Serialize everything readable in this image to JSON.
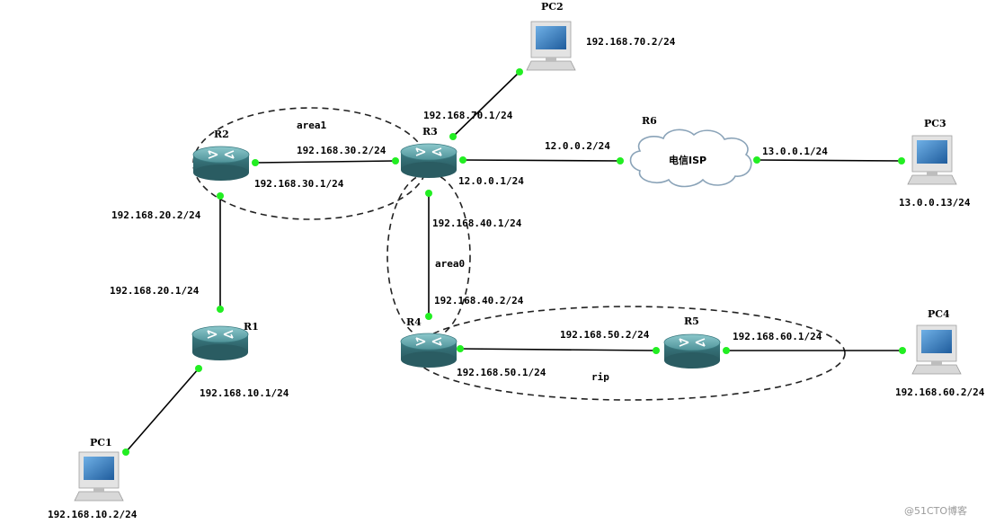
{
  "colors": {
    "link": "#000000",
    "port": "#22ee22",
    "router_body": "#3f8086",
    "router_top": "#6fb4b8",
    "cloud_stroke": "#8aa3b8",
    "monitor": "#2f6fb0"
  },
  "devices": {
    "pc1": {
      "name": "PC1",
      "ip": "192.168.10.2/24",
      "icon": "pc-icon"
    },
    "pc2": {
      "name": "PC2",
      "ip": "192.168.70.2/24",
      "icon": "pc-icon"
    },
    "pc3": {
      "name": "PC3",
      "ip": "13.0.0.13/24",
      "icon": "pc-icon"
    },
    "pc4": {
      "name": "PC4",
      "ip": "192.168.60.2/24",
      "icon": "pc-icon"
    },
    "r1": {
      "name": "R1",
      "icon": "router-icon"
    },
    "r2": {
      "name": "R2",
      "icon": "router-icon"
    },
    "r3": {
      "name": "R3",
      "icon": "router-icon"
    },
    "r4": {
      "name": "R4",
      "icon": "router-icon"
    },
    "r5": {
      "name": "R5",
      "icon": "router-icon"
    },
    "r6": {
      "name": "R6",
      "label": "电信ISP",
      "icon": "cloud-icon"
    }
  },
  "interfaces": {
    "r3_pc2": "192.168.70.1/24",
    "r3_r2": "192.168.30.2/24",
    "r2_r3": "192.168.30.1/24",
    "r3_isp": "12.0.0.1/24",
    "isp_r3": "12.0.0.2/24",
    "isp_pc3": "13.0.0.1/24",
    "r2_r1": "192.168.20.2/24",
    "r1_r2": "192.168.20.1/24",
    "r1_pc1": "192.168.10.1/24",
    "r3_r4": "192.168.40.1/24",
    "r4_r3": "192.168.40.2/24",
    "r5_r4": "192.168.50.2/24",
    "r4_r5": "192.168.50.1/24",
    "r5_pc4": "192.168.60.1/24"
  },
  "areas": {
    "area1": "area1",
    "area0": "area0",
    "rip": "rip"
  },
  "watermark": "@51CTO博客"
}
